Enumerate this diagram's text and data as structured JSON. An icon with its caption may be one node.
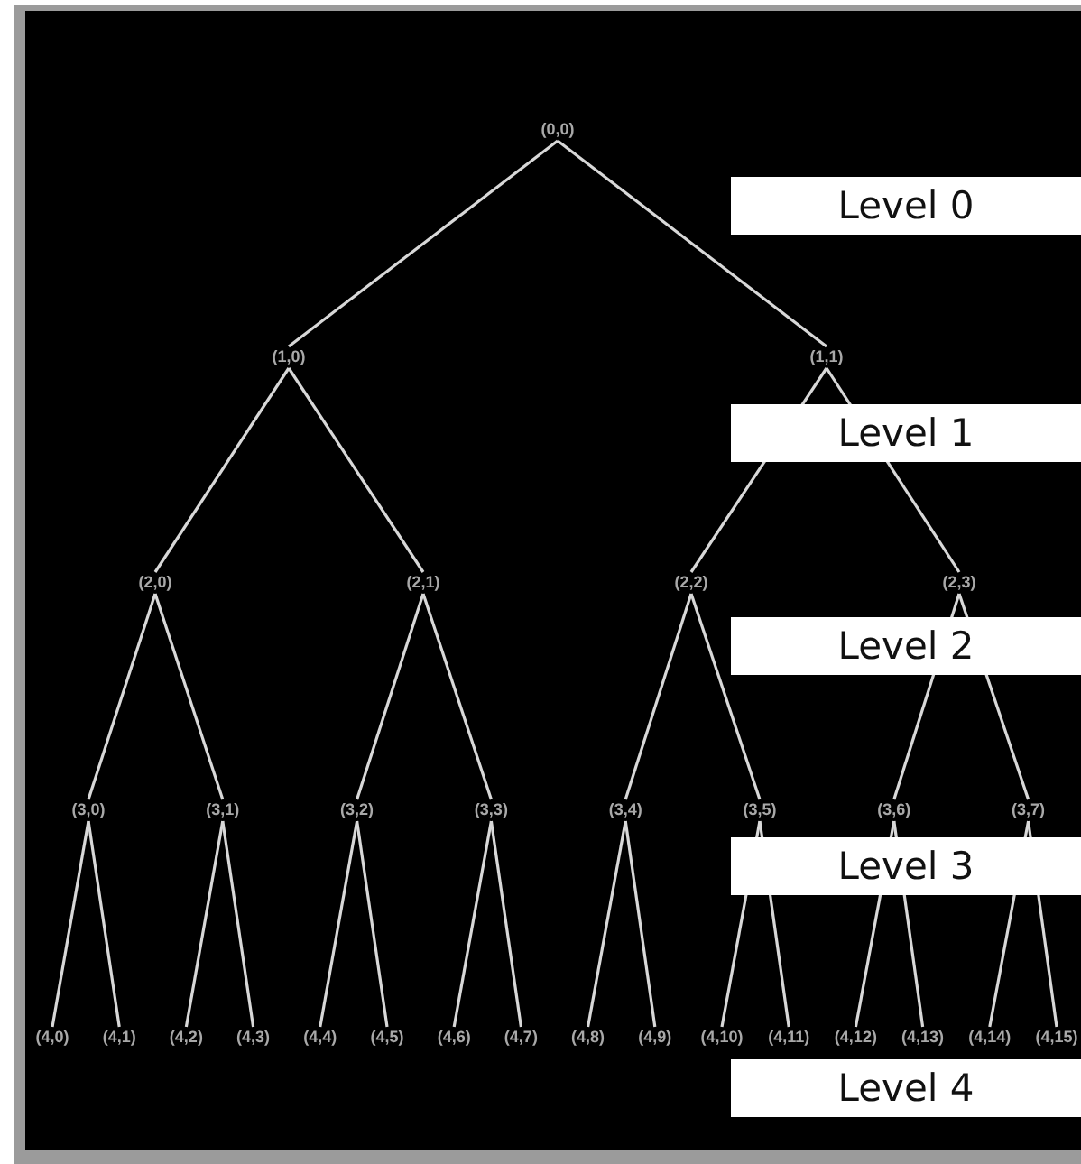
{
  "diagram": {
    "nodes": [
      {
        "text": [
          "(0,0)"
        ]
      },
      {
        "text": [
          "(1,0)"
        ]
      },
      {
        "text": [
          "(1,1)"
        ]
      },
      {
        "text": [
          "(2,0)"
        ]
      },
      {
        "text": [
          "(2,1)"
        ]
      },
      {
        "text": [
          "(2,2)"
        ]
      },
      {
        "text": [
          "(2,3)"
        ]
      },
      {
        "text": [
          "(3,0)"
        ]
      },
      {
        "text": [
          "(3,1)"
        ]
      },
      {
        "text": [
          "(3,2)"
        ]
      },
      {
        "text": [
          "(3,3)"
        ]
      },
      {
        "text": [
          "(3,4)"
        ]
      },
      {
        "text": [
          "(3,5)"
        ]
      },
      {
        "text": [
          "(3,6)"
        ]
      },
      {
        "text": [
          "(3,7)"
        ]
      },
      {
        "text": [
          "(4,0)"
        ]
      },
      {
        "text": [
          "(4,1)"
        ]
      },
      {
        "text": [
          "(4,2)"
        ]
      },
      {
        "text": [
          "(4,3)"
        ]
      },
      {
        "text": [
          "(4,4)"
        ]
      },
      {
        "text": [
          "(4,5)"
        ]
      },
      {
        "text": [
          "(4,6)"
        ]
      },
      {
        "text": [
          "(4,7)"
        ]
      },
      {
        "text": [
          "(4,8)"
        ]
      },
      {
        "text": [
          "(4,9)"
        ]
      },
      {
        "text": [
          "(4,10)"
        ]
      },
      {
        "text": [
          "(4,11)"
        ]
      },
      {
        "text": [
          "(4,12)"
        ]
      },
      {
        "text": [
          "(4,13)"
        ]
      },
      {
        "text": [
          "(4,14)"
        ]
      },
      {
        "text": [
          "(4,15)"
        ]
      }
    ],
    "labels": [
      "Level 0",
      "Level 1",
      "Level 2",
      "Level 3",
      "Level 4"
    ],
    "edges": [
      {
        "from": 0,
        "to": 1,
        "arrow": "none"
      },
      {
        "from": 0,
        "to": 2,
        "arrow": "none"
      },
      {
        "from": 1,
        "to": 3,
        "arrow": "none"
      },
      {
        "from": 1,
        "to": 4,
        "arrow": "none"
      },
      {
        "from": 2,
        "to": 5,
        "arrow": "none"
      },
      {
        "from": 2,
        "to": 6,
        "arrow": "none"
      },
      {
        "from": 3,
        "to": 7,
        "arrow": "none"
      },
      {
        "from": 3,
        "to": 8,
        "arrow": "none"
      },
      {
        "from": 4,
        "to": 9,
        "arrow": "none"
      },
      {
        "from": 4,
        "to": 10,
        "arrow": "none"
      },
      {
        "from": 5,
        "to": 11,
        "arrow": "none"
      },
      {
        "from": 5,
        "to": 12,
        "arrow": "none"
      },
      {
        "from": 6,
        "to": 13,
        "arrow": "none"
      },
      {
        "from": 6,
        "to": 14,
        "arrow": "none"
      },
      {
        "from": 7,
        "to": 15,
        "arrow": "none"
      },
      {
        "from": 7,
        "to": 16,
        "arrow": "none"
      },
      {
        "from": 8,
        "to": 17,
        "arrow": "none"
      },
      {
        "from": 8,
        "to": 18,
        "arrow": "none"
      },
      {
        "from": 9,
        "to": 19,
        "arrow": "none"
      },
      {
        "from": 9,
        "to": 20,
        "arrow": "none"
      },
      {
        "from": 10,
        "to": 21,
        "arrow": "none"
      },
      {
        "from": 10,
        "to": 22,
        "arrow": "none"
      },
      {
        "from": 11,
        "to": 23,
        "arrow": "none"
      },
      {
        "from": 11,
        "to": 24,
        "arrow": "none"
      },
      {
        "from": 12,
        "to": 25,
        "arrow": "none"
      },
      {
        "from": 12,
        "to": 26,
        "arrow": "none"
      },
      {
        "from": 13,
        "to": 27,
        "arrow": "none"
      },
      {
        "from": 13,
        "to": 28,
        "arrow": "none"
      },
      {
        "from": 14,
        "to": 29,
        "arrow": "none"
      },
      {
        "from": 14,
        "to": 30,
        "arrow": "none"
      }
    ]
  }
}
